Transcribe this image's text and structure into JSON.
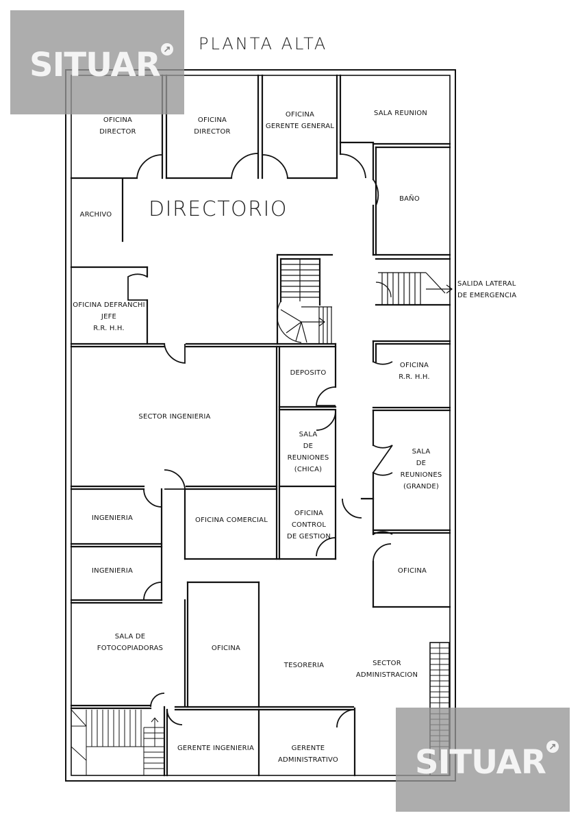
{
  "header": {
    "title": "PLANTA ALTA"
  },
  "zone_label": "DIRECTORIO",
  "rooms": [
    {
      "id": "of-dir-1",
      "label": "OFICINA\nDIRECTOR"
    },
    {
      "id": "of-dir-2",
      "label": "OFICINA\nDIRECTOR"
    },
    {
      "id": "of-gg",
      "label": "OFICINA\nGERENTE GENERAL"
    },
    {
      "id": "sala-reunion",
      "label": "SALA REUNION"
    },
    {
      "id": "bano",
      "label": "BAÑO"
    },
    {
      "id": "archivo",
      "label": "ARCHIVO"
    },
    {
      "id": "of-defranchi",
      "label": "OFICINA DEFRANCHI\nJEFE\nR.R. H.H."
    },
    {
      "id": "salida",
      "label": "SALIDA LATERAL\nDE EMERGENCIA"
    },
    {
      "id": "deposito",
      "label": "DEPOSITO"
    },
    {
      "id": "of-rrhh",
      "label": "OFICINA\nR.R. H.H."
    },
    {
      "id": "sector-ing",
      "label": "SECTOR INGENIERIA"
    },
    {
      "id": "sala-chica",
      "label": "SALA\nDE\nREUNIONES\n(CHICA)"
    },
    {
      "id": "sala-grande",
      "label": "SALA\nDE\nREUNIONES\n(GRANDE)"
    },
    {
      "id": "ing-1",
      "label": "INGENIERIA"
    },
    {
      "id": "of-comercial",
      "label": "OFICINA COMERCIAL"
    },
    {
      "id": "of-control",
      "label": "OFICINA\nCONTROL\nDE GESTION"
    },
    {
      "id": "ing-2",
      "label": "INGENIERIA"
    },
    {
      "id": "oficina-1",
      "label": "OFICINA"
    },
    {
      "id": "fotocop",
      "label": "SALA DE\nFOTOCOPIADORAS"
    },
    {
      "id": "oficina-2",
      "label": "OFICINA"
    },
    {
      "id": "tesoreria",
      "label": "TESORERIA"
    },
    {
      "id": "sector-adm",
      "label": "SECTOR\nADMINISTRACION"
    },
    {
      "id": "ger-ing",
      "label": "GERENTE INGENIERIA"
    },
    {
      "id": "ger-adm",
      "label": "GERENTE ADMINISTRATIVO"
    }
  ],
  "watermarks": [
    {
      "id": "wm-top",
      "text": "SITUAR"
    },
    {
      "id": "wm-bottom",
      "text": "SITUAR"
    }
  ],
  "colors": {
    "walls": "#111111",
    "watermark_bg": "#969696",
    "watermark_text": "#f4f4f4"
  }
}
